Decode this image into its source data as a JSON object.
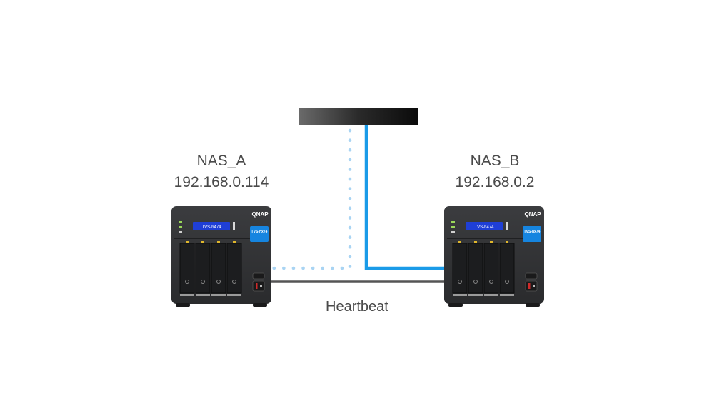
{
  "nodes": {
    "nas_a": {
      "name": "NAS_A",
      "ip": "192.168.0.114",
      "brand": "QNAP",
      "lcd": "TVS-h474",
      "model_tag": "TVS-hx74"
    },
    "nas_b": {
      "name": "NAS_B",
      "ip": "192.168.0.2",
      "brand": "QNAP",
      "lcd": "TVS-h474",
      "model_tag": "TVS-hx74"
    }
  },
  "links": {
    "heartbeat_label": "Heartbeat"
  },
  "colors": {
    "active_link": "#1a9be8",
    "standby_link": "#a9d4f3",
    "heartbeat_link": "#555555",
    "switch": "#1b1b1b",
    "nas_body": "#2e2f31",
    "lcd": "#1f3fd6",
    "model_badge": "#1685e0"
  }
}
